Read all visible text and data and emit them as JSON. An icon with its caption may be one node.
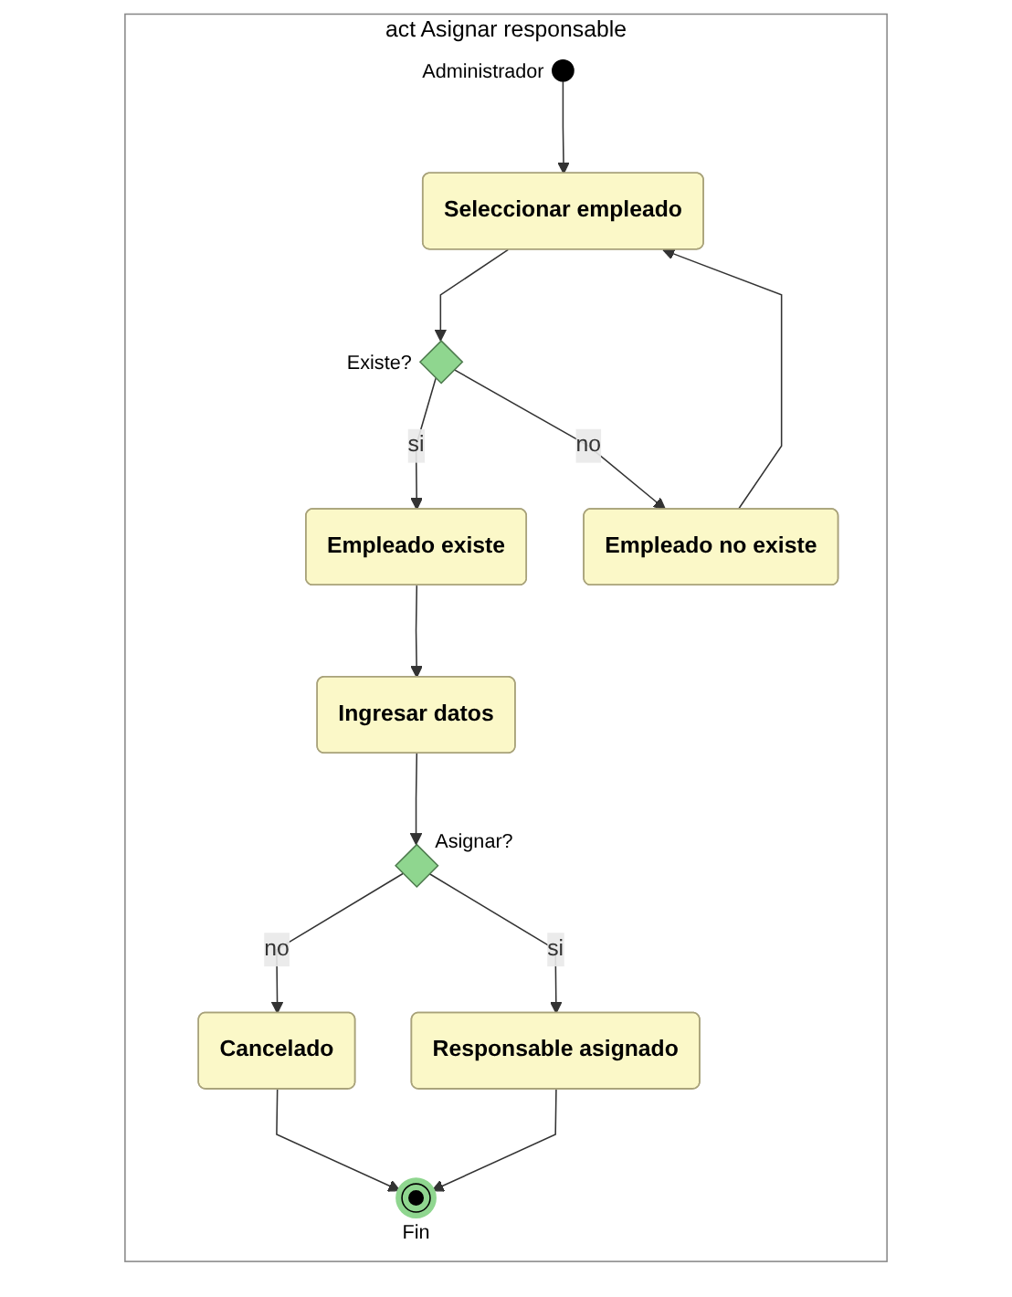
{
  "diagram": {
    "nodes": [
      {
        "text": [
          "act Asignar responsable"
        ]
      },
      {
        "text": [],
        "shape": "circle",
        "beside": [
          "Administrador"
        ],
        "in": 0
      },
      {
        "text": [
          "Seleccionar empleado"
        ],
        "in": 0
      },
      {
        "text": [],
        "shape": "diamond",
        "beside": [
          "Existe?"
        ],
        "in": 0
      },
      {
        "text": [
          "Empleado existe"
        ],
        "in": 0
      },
      {
        "text": [
          "Empleado no existe"
        ],
        "in": 0
      },
      {
        "text": [
          "Ingresar datos"
        ],
        "in": 0
      },
      {
        "text": [],
        "shape": "diamond",
        "beside": [
          "Asignar?"
        ],
        "in": 0
      },
      {
        "text": [
          "Cancelado"
        ],
        "in": 0
      },
      {
        "text": [
          "Responsable asignado"
        ],
        "in": 0
      },
      {
        "text": [],
        "shape": "circle",
        "beside": [
          "Fin"
        ],
        "in": 0
      }
    ],
    "edges": [
      {
        "from": 1,
        "to": 2,
        "arrow": "to"
      },
      {
        "from": 2,
        "to": 3,
        "arrow": "to"
      },
      {
        "from": 3,
        "to": 4,
        "arrow": "to",
        "label": "si"
      },
      {
        "from": 3,
        "to": 5,
        "arrow": "to",
        "label": "no"
      },
      {
        "from": 5,
        "to": 2,
        "arrow": "to"
      },
      {
        "from": 4,
        "to": 6,
        "arrow": "to"
      },
      {
        "from": 6,
        "to": 7,
        "arrow": "to"
      },
      {
        "from": 7,
        "to": 8,
        "arrow": "to",
        "label": "no"
      },
      {
        "from": 7,
        "to": 9,
        "arrow": "to",
        "label": "si"
      },
      {
        "from": 8,
        "to": 10,
        "arrow": "to"
      },
      {
        "from": 9,
        "to": 10,
        "arrow": "to"
      }
    ]
  }
}
